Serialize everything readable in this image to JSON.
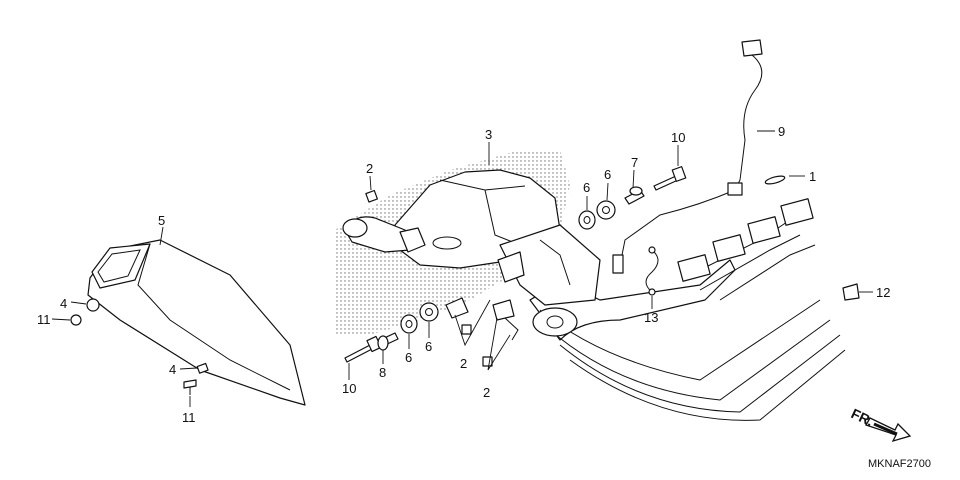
{
  "diagram": {
    "code": "MKNAF2700",
    "direction_label": "FR.",
    "callouts": [
      {
        "id": "1",
        "text": "1"
      },
      {
        "id": "2",
        "text": "2"
      },
      {
        "id": "3",
        "text": "3"
      },
      {
        "id": "4",
        "text": "4"
      },
      {
        "id": "5",
        "text": "5"
      },
      {
        "id": "6",
        "text": "6"
      },
      {
        "id": "7",
        "text": "7"
      },
      {
        "id": "8",
        "text": "8"
      },
      {
        "id": "9",
        "text": "9"
      },
      {
        "id": "10",
        "text": "10"
      },
      {
        "id": "11",
        "text": "11"
      },
      {
        "id": "12",
        "text": "12"
      },
      {
        "id": "13",
        "text": "13"
      }
    ]
  }
}
